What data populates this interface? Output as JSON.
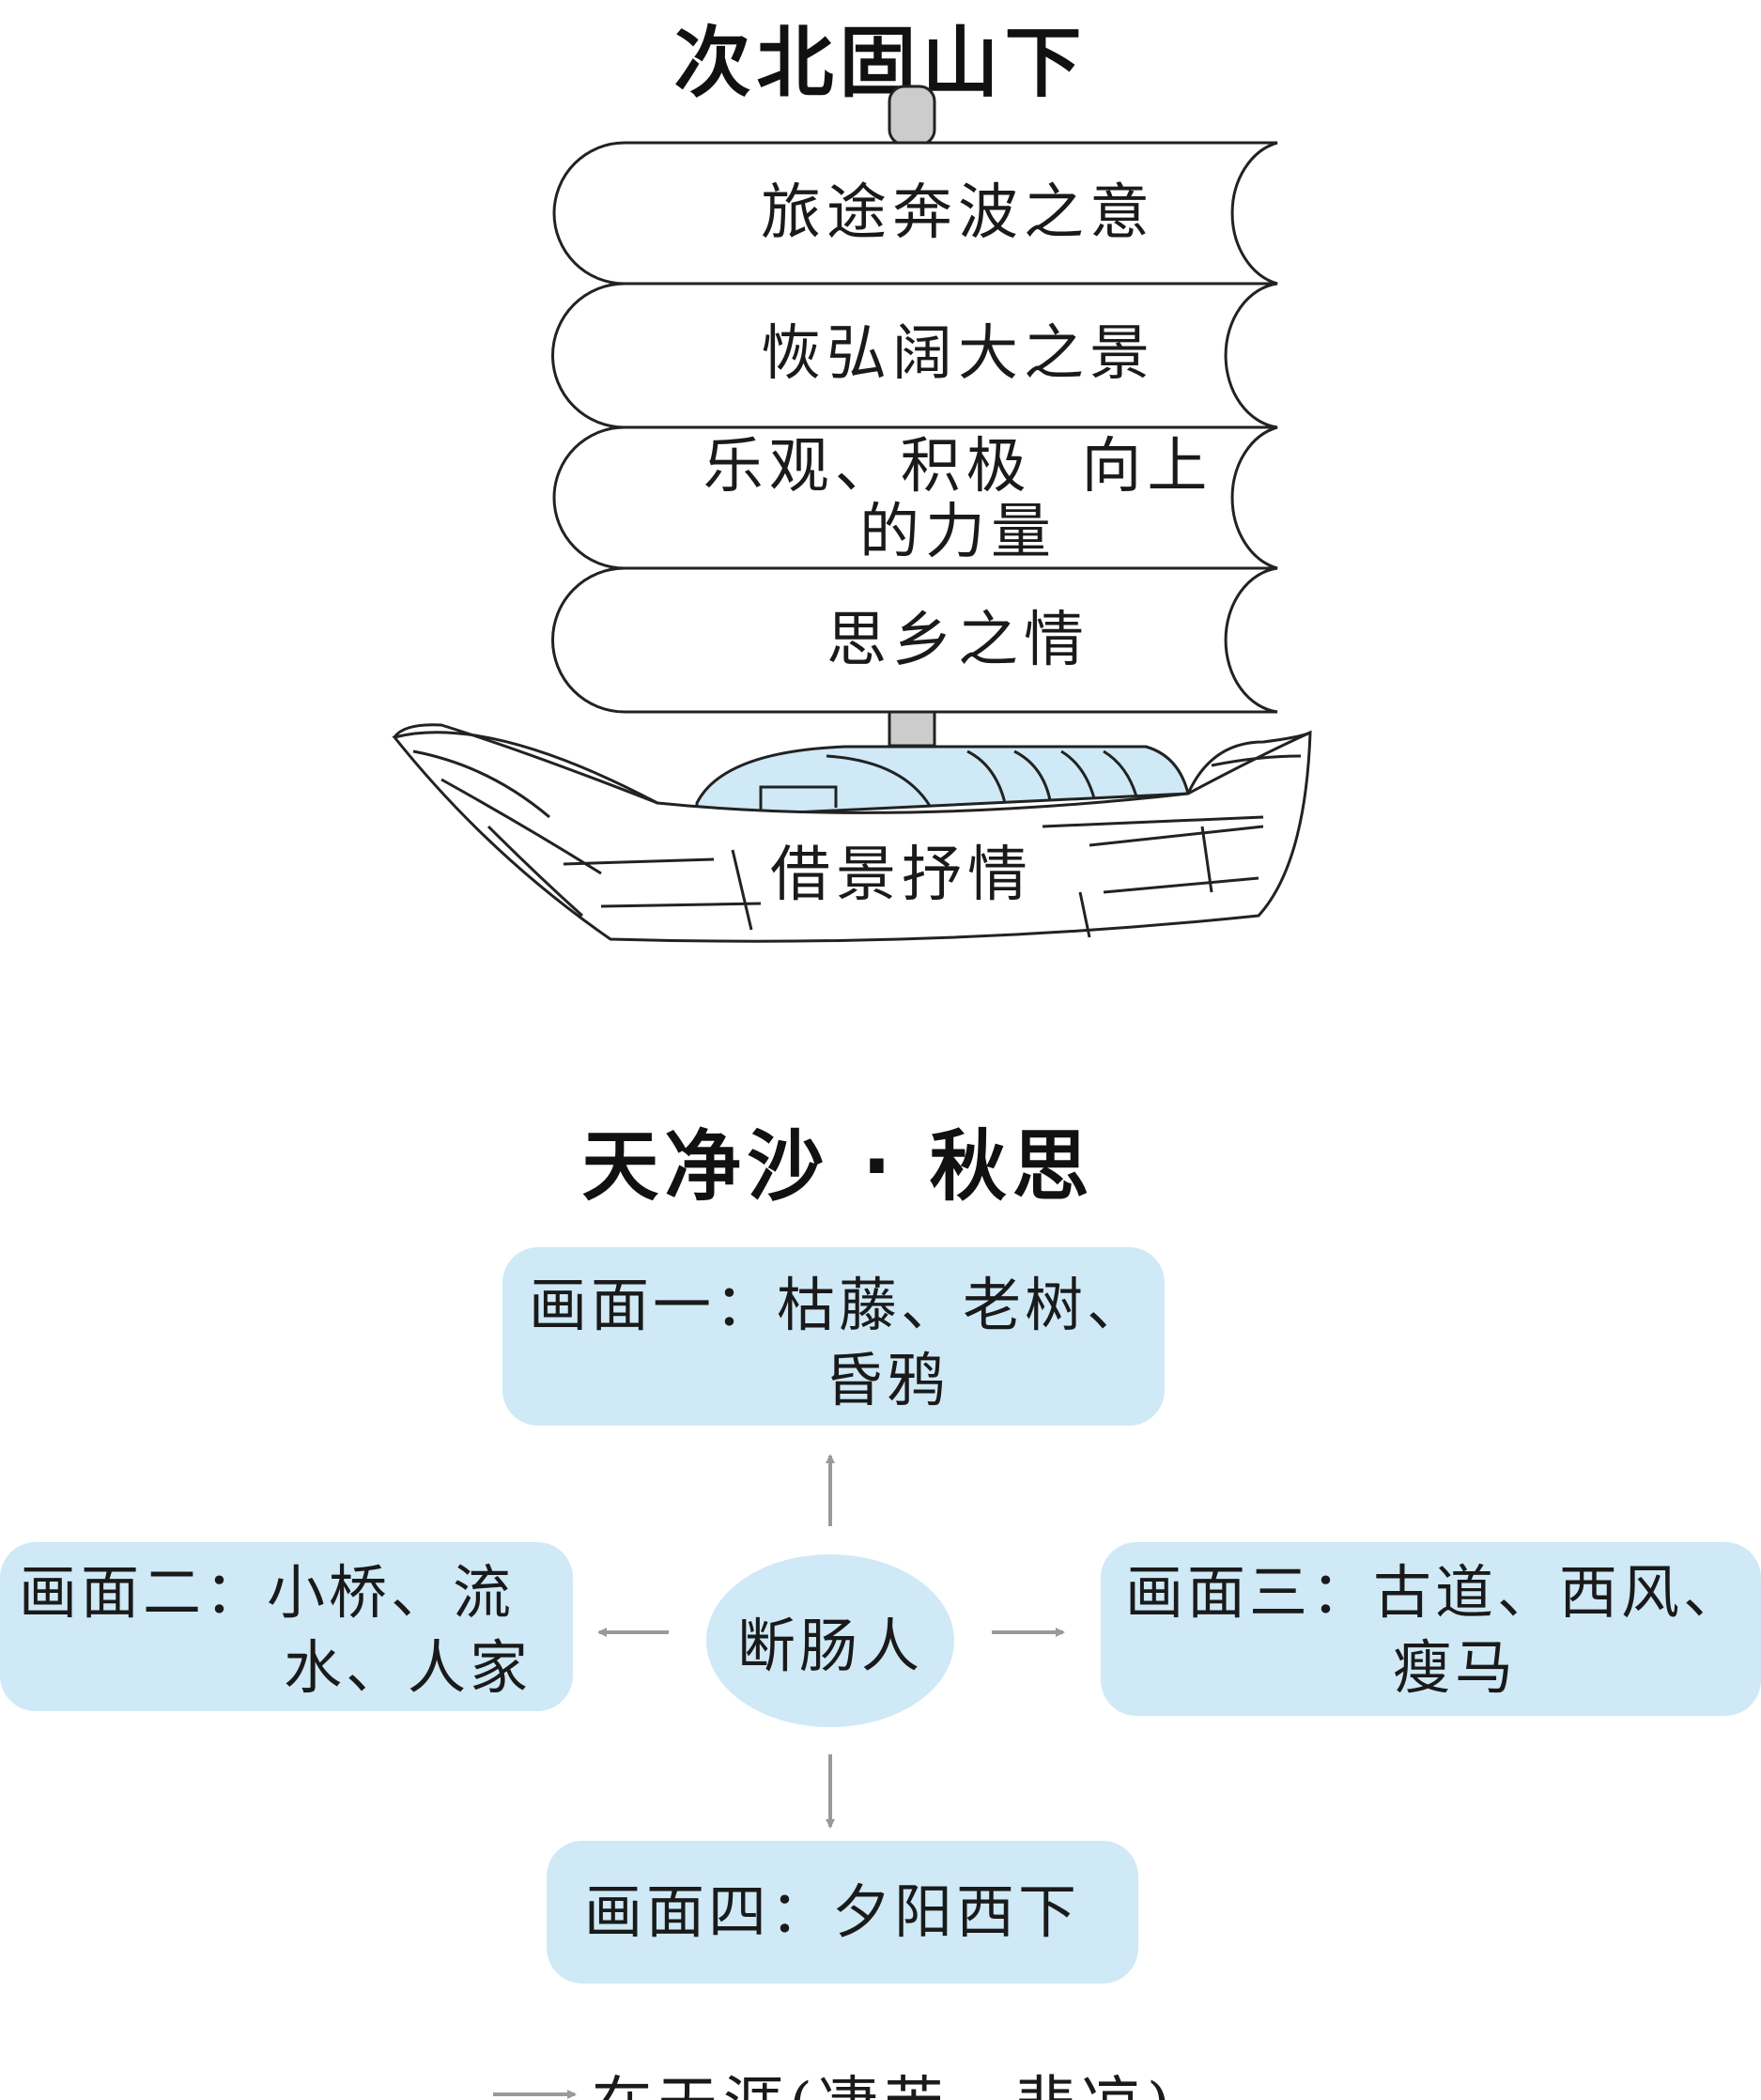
{
  "poem1": {
    "title": "次北固山下",
    "sails": [
      "旅途奔波之意",
      "恢弘阔大之景",
      "乐观、积极  向上",
      "的力量",
      "思乡之情"
    ],
    "hull": "借景抒情"
  },
  "poem2": {
    "title": "天净沙 · 秋思",
    "center": "断肠人",
    "scene1": {
      "line1": "画面一：枯藤、老树、",
      "line2": "昏鸦"
    },
    "scene2": {
      "line1": "画面二：小桥、流",
      "line2": "水、人家"
    },
    "scene3": {
      "line1": "画面三：古道、西风、",
      "line2": "瘦马"
    },
    "scene4": {
      "line1": "画面四：夕阳西下"
    },
    "conclusion": "在天涯(凄苦、悲凉)"
  },
  "colors": {
    "box_fill": "#cfe9f6",
    "arrow": "#9a9a9a",
    "mast": "#cccccc",
    "cabin": "#cfe9f6"
  }
}
